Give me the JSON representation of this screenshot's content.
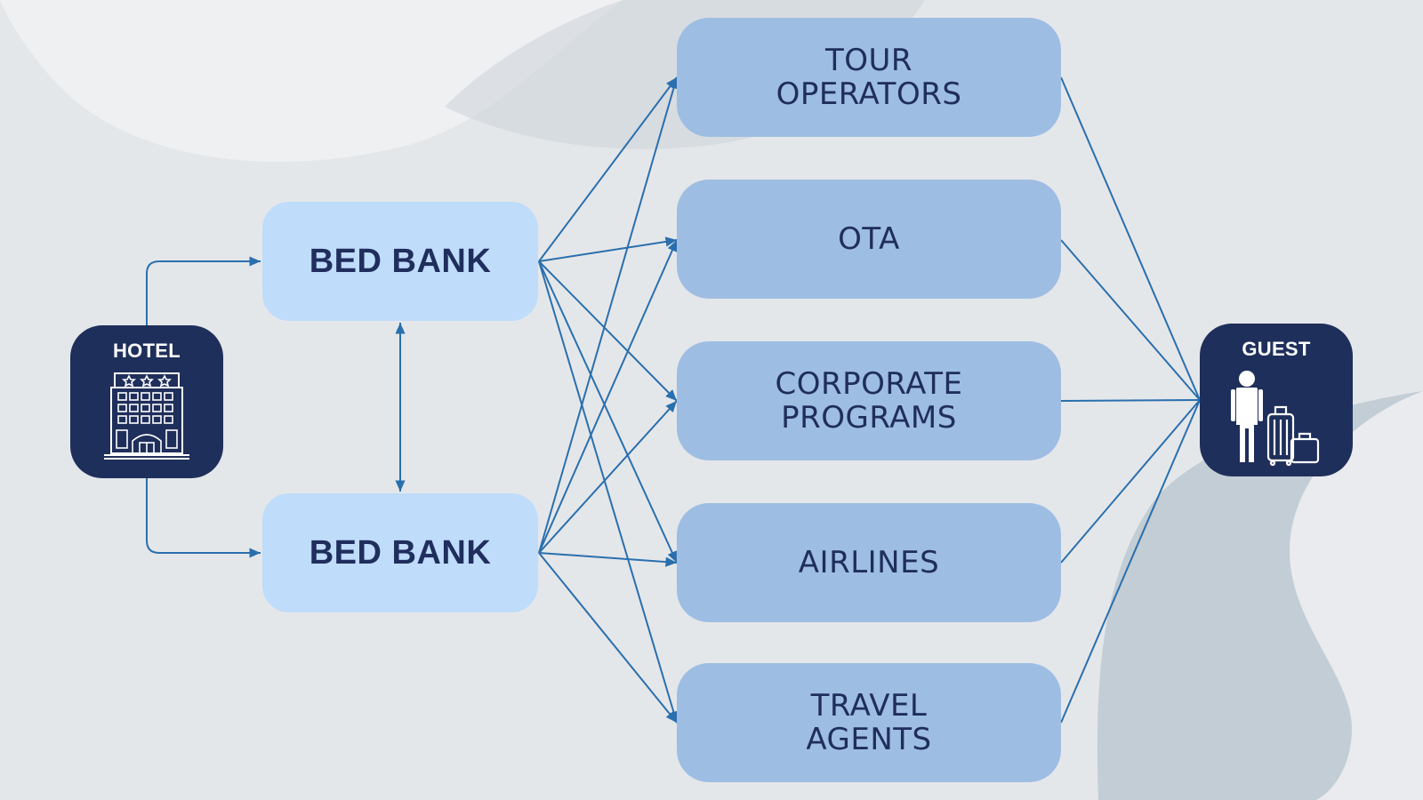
{
  "colors": {
    "line": "#2a6fad",
    "bed_bank_fill": "#bfdcfb",
    "channel_fill": "#9ebde3",
    "endpoint_fill": "#1f2f5b",
    "text_dark": "#1f2e5c"
  },
  "hotel": {
    "label": "HOTEL",
    "icon": "hotel-building-icon"
  },
  "guest": {
    "label": "GUEST",
    "icon": "traveler-with-luggage-icon"
  },
  "bed_banks": [
    {
      "label": "BED BANK"
    },
    {
      "label": "BED BANK"
    }
  ],
  "channels": [
    {
      "line1": "TOUR",
      "line2": "OPERATORS"
    },
    {
      "line1": "OTA",
      "line2": ""
    },
    {
      "line1": "CORPORATE",
      "line2": "PROGRAMS"
    },
    {
      "line1": "AIRLINES",
      "line2": ""
    },
    {
      "line1": "TRAVEL",
      "line2": "AGENTS"
    }
  ]
}
